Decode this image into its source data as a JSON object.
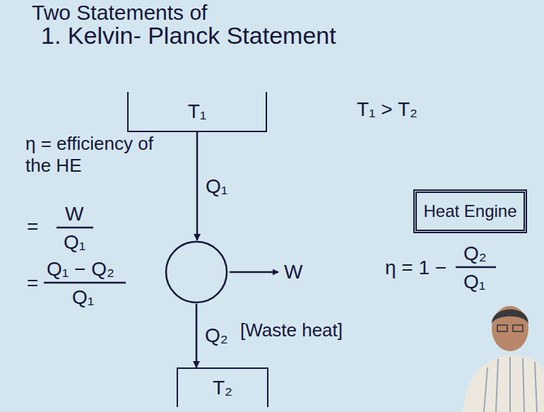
{
  "diagram": {
    "title": "Two Statements of",
    "nodes": [
      {
        "text": [
          "T₁"
        ]
      },
      {
        "text": []
      },
      {
        "text": [
          "T₂"
        ]
      },
      {
        "text": [
          "Heat Engine"
        ]
      }
    ],
    "edges": [
      {
        "from": 0,
        "to": 1,
        "label": "Q₁",
        "arrow": "to"
      },
      {
        "from": 1,
        "to": 2,
        "label": "Q₂",
        "arrow": "to"
      }
    ],
    "labels": [
      "1. Kelvin- Planck Statement",
      "T₁ > T₂",
      "η = efficiency of the HE",
      "=",
      "W",
      "Q₁",
      "=",
      "Q₁ − Q₂",
      "Q₁",
      "W",
      "[Waste heat]",
      "η = 1 −",
      "Q₂",
      "Q₁"
    ]
  }
}
